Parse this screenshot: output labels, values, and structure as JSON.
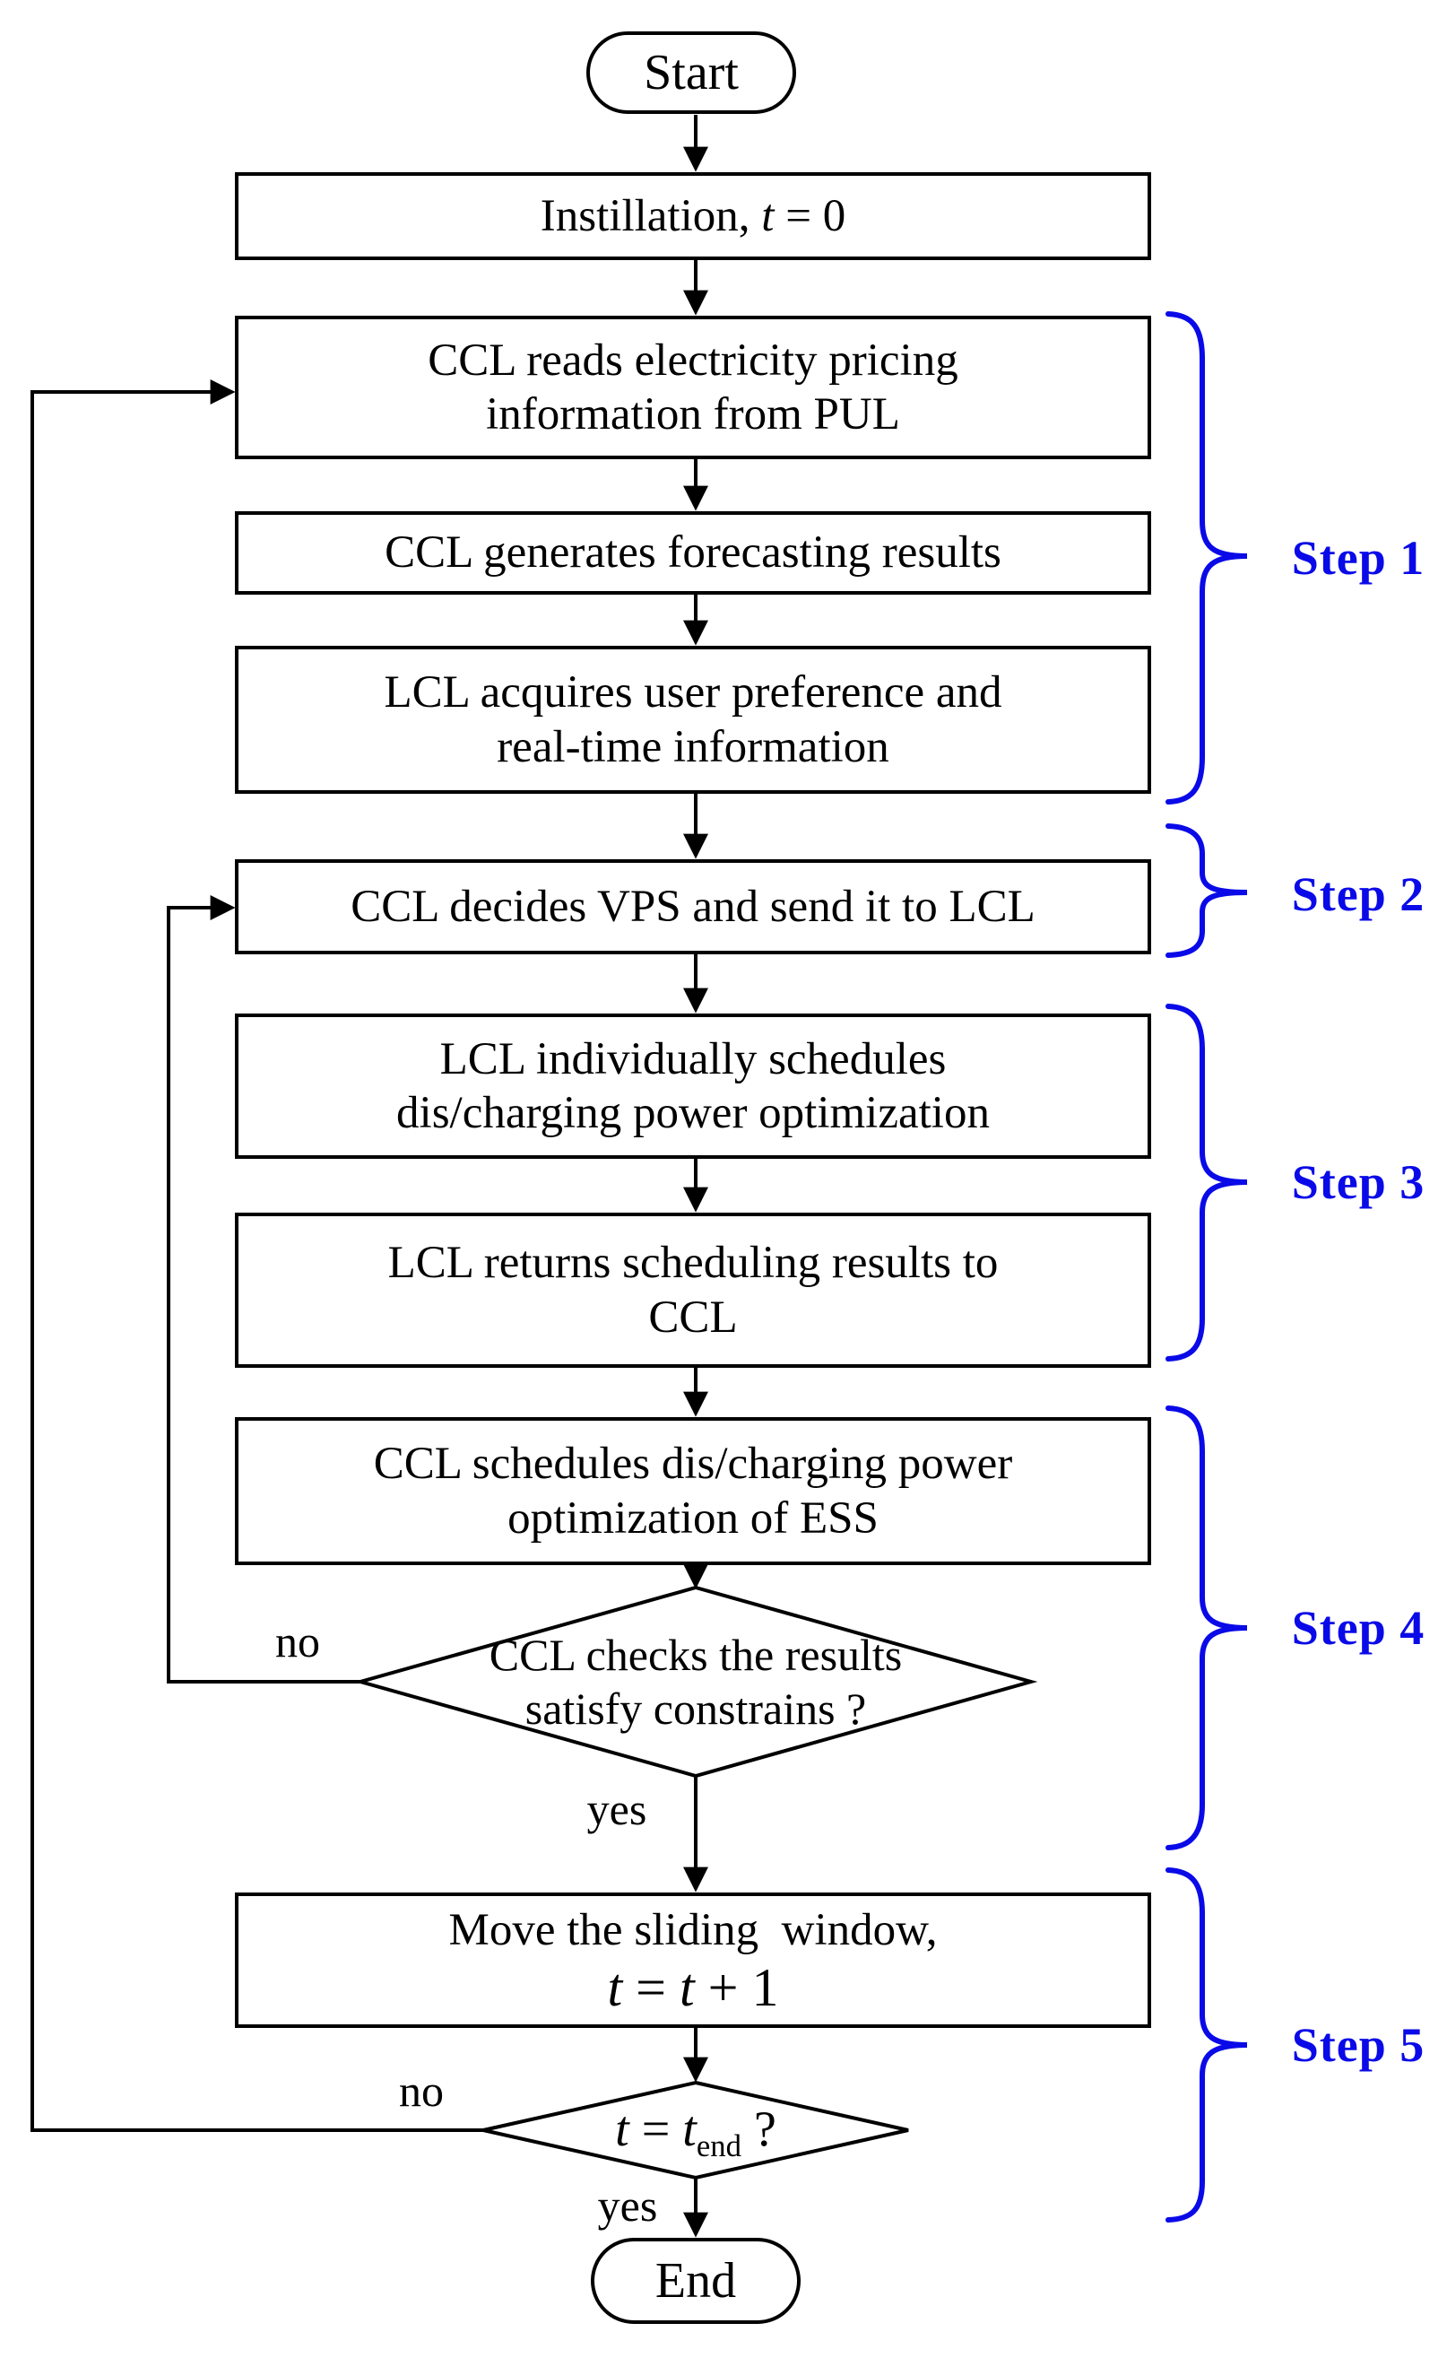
{
  "figure": {
    "type": "flowchart",
    "accent_blue": "#0a0ae8",
    "line_color": "#000000",
    "terminals": {
      "start": "Start",
      "end": "End"
    },
    "boxes": {
      "init": {
        "pre": "Instillation, ",
        "var": "t",
        "post": " = 0"
      },
      "read": {
        "line1": "CCL reads electricity pricing",
        "line2": "information from PUL"
      },
      "forecast": {
        "line1": "CCL generates forecasting results"
      },
      "acquire": {
        "line1": "LCL acquires user preference and",
        "line2": "real-time information"
      },
      "decide": {
        "line1": "CCL decides VPS and send it to LCL"
      },
      "schedule_lcl": {
        "line1": "LCL individually schedules",
        "line2": "dis/charging power optimization"
      },
      "return_results": {
        "line1": "LCL returns scheduling results to",
        "line2": "CCL"
      },
      "schedule_ess": {
        "line1": "CCL schedules dis/charging power",
        "line2": "optimization of ESS"
      },
      "move_window": {
        "line1": "Move the sliding  window,",
        "t1": "t",
        "eq": " = ",
        "t2": "t",
        "tail": " + 1"
      }
    },
    "decisions": {
      "check": {
        "line1": "CCL checks the results",
        "line2": "satisfy constrains ?"
      },
      "t_end": {
        "t1": "t",
        "eq": " = ",
        "t2": "t",
        "sub": "end",
        "q": " ?"
      }
    },
    "edge_labels": {
      "no_check": "no",
      "yes_check": "yes",
      "no_end": "no",
      "yes_end": "yes"
    },
    "steps": [
      "Step 1",
      "Step 2",
      "Step 3",
      "Step 4",
      "Step 5"
    ]
  }
}
